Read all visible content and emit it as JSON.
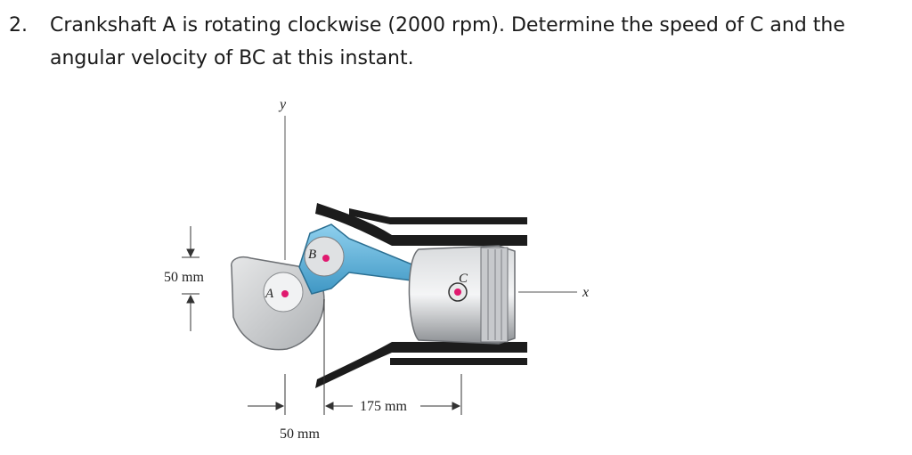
{
  "question": {
    "number": "2.",
    "line1": "Crankshaft A is rotating clockwise (2000 rpm). Determine the speed of C and the",
    "line2": "angular velocity of BC at this instant."
  },
  "figure": {
    "axis_y": "y",
    "axis_x": "x",
    "point_a": "A",
    "point_b": "B",
    "point_c": "C",
    "dim_vertical": "50 mm",
    "dim_bottom_left": "50 mm",
    "dim_bottom_right": "175 mm"
  },
  "colors": {
    "accent_point": "#e0196f",
    "connecting_rod": "#5fb6e0",
    "crank": "#cfd1d3",
    "piston": "#b9bcbf"
  }
}
